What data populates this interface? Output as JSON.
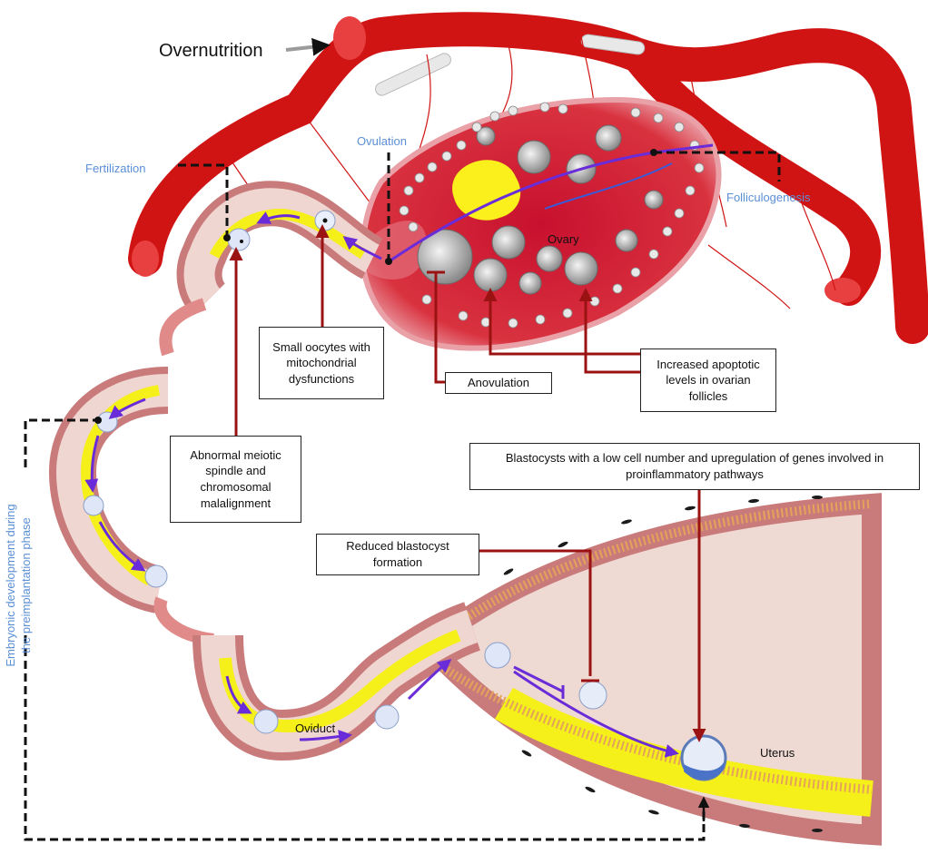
{
  "labels": {
    "overnutrition": "Overnutrition",
    "ovulation": "Ovulation",
    "fertilization": "Fertilization",
    "folliculogenesis": "Folliculogenesis",
    "ovary": "Ovary",
    "oviduct": "Oviduct",
    "uterus": "Uterus",
    "embryonic_line1": "Embryonic development during",
    "embryonic_line2": "the preimplantation phase"
  },
  "boxes": {
    "small_oocytes": "Small oocytes with mitochondrial dysfunctions",
    "anovulation": "Anovulation",
    "apoptotic": "Increased apoptotic levels in ovarian follicles",
    "meiotic": "Abnormal meiotic spindle and chromosomal malalignment",
    "blastocysts_low": "Blastocysts with a low cell number and upregulation of genes involved in proinflammatory pathways",
    "reduced_blastocyst": "Reduced blastocyst formation"
  },
  "colors": {
    "vessel": "#d01414",
    "ovary": "#c8102e",
    "tube_wall": "#c97b7b",
    "lumen": "#f5ef1a",
    "arrow_purple": "#6a2bd8",
    "connector": "#b01414",
    "label_blue": "#5b8fd6"
  }
}
